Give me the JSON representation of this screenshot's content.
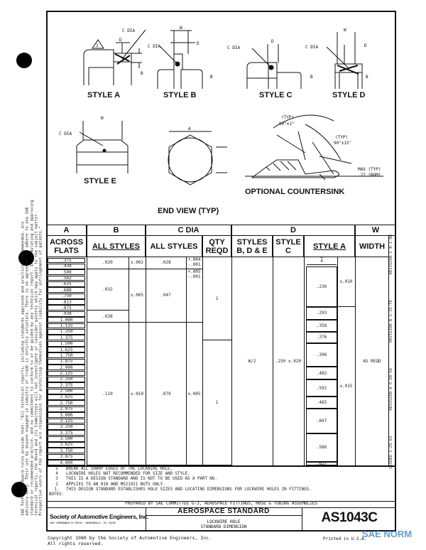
{
  "disclaimer": [
    "SAE Technical Board rules provide that: \"All technical reports, including standards approved and practices recommended, are",
    "advisory only. Their use by anyone engaged in industry or trade is entirely voluntary. There is no agreement to adhere to any SAE",
    "standard or recommended practice, and no commitment to conform to or be guided by any technical report. In formulating and approving",
    "technical reports, the Board and its Committees will not investigate or consider patents which may apply to the subject matter.",
    "Prospective users of the report are responsible for protecting themselves against liability for infringement of patents.\""
  ],
  "revisions": [
    "ISSUED 1-29-63",
    "REVISION A 5-20-56",
    "REVISION B 1-15-79",
    "REVISION C 8-1-80"
  ],
  "drawings": {
    "style_a": "STYLE A",
    "style_b": "STYLE B",
    "style_c": "STYLE C",
    "style_d": "STYLE D",
    "style_e": "STYLE E",
    "end_view": "END VIEW (TYP)",
    "countersink": "OPTIONAL COUNTERSINK",
    "c_dia": "C DIA",
    "d": "D",
    "w": "W",
    "b": "B",
    "a": "A",
    "note_flag": "2",
    "typ": "(TYP)",
    "angle1": "90°±1°",
    "angle2": "90°±15°",
    "max_typ": "MAX (TYP)",
    "nom": ".22 (NOM)"
  },
  "table": {
    "headers": {
      "a": "A",
      "b": "B",
      "c": "C DIA",
      "d": "D",
      "w": "W",
      "across_flats": "ACROSS FLATS",
      "b_all_styles": "ALL STYLES",
      "c_all_styles": "ALL STYLES",
      "qty": "QTY REQD",
      "styles_bde": "STYLES B, D & E",
      "style_c": "STYLE C",
      "style_a": "STYLE A",
      "width": "WIDTH"
    },
    "across_flats": [
      ".375",
      ".438",
      ".500",
      ".562",
      ".625",
      ".688",
      ".750",
      ".813",
      ".875",
      ".938",
      "1.000",
      "1.125",
      "1.250",
      "1.375",
      "1.500",
      "1.625",
      "1.750",
      "1.875",
      "2.000",
      "2.125",
      "2.250",
      "2.375",
      "2.500",
      "2.625",
      "2.750",
      "2.875",
      "3.000",
      "3.125",
      "3.250",
      "3.375",
      "3.500",
      "3.625",
      "3.750",
      "3.875",
      "4.000"
    ],
    "b_values": [
      {
        "from": ".375",
        "to": ".438",
        "value": ".020"
      },
      {
        "from": ".500",
        "to": ".875",
        "value": ".032"
      },
      {
        "from": ".938",
        "to": "1.000",
        "value": ".038"
      },
      {
        "from": "1.125",
        "to": "4.000",
        "value": ".110"
      }
    ],
    "b_tolerances": [
      {
        "from": ".375",
        "to": ".438",
        "value": "±.002"
      },
      {
        "from": ".500",
        "to": "1.000",
        "value": "±.005"
      },
      {
        "from": "1.125",
        "to": "4.000",
        "value": "±.010"
      }
    ],
    "c_values": [
      {
        "from": ".375",
        "to": ".438",
        "value": ".028",
        "tol": "+.004 -.001"
      },
      {
        "from": ".500",
        "to": "1.000",
        "value": ".047",
        "tol": "+.005 -.001"
      },
      {
        "from": "1.125",
        "to": "4.000",
        "value": ".070",
        "tol": "±.005"
      }
    ],
    "qty": [
      {
        "from": ".375",
        "to": "1.375",
        "value": "2"
      },
      {
        "from": "1.500",
        "to": "4.000",
        "value": "1"
      }
    ],
    "d_styles_bde": "W/2",
    "d_style_c": ".250 ±.020",
    "d_style_a_flag": "4",
    "d_style_a": [
      ".236",
      ".293",
      ".358",
      ".376",
      ".396",
      ".482",
      ".592",
      ".465",
      ".607",
      ".586",
      ".627"
    ],
    "d_style_a_tol": [
      "±.010",
      "±.015"
    ],
    "width": "AS REQD"
  },
  "notes": {
    "items": [
      {
        "num": "5",
        "text": "BREAK ALL SHARP EDGES OF THE LOCKWIRE HOLE."
      },
      {
        "num": "4",
        "text": "LOCKWIRE HOLES NOT RECOMMENDED FOR SIZE AND STYLE."
      },
      {
        "num": "3",
        "text": "THIS IS A DESIGN STANDARD AND IS NOT TO BE USED AS A PART NO."
      },
      {
        "num": "2",
        "text": "APPLIES TO AN 818 AND MS21921 NUTS ONLY."
      },
      {
        "num": "1.",
        "text": "THIS DESIGN STANDARD ESTABLISHES HOLE SIZES AND LOCATING DIMENSIONS FOR LOCKWIRE HOLES IN FITTINGS."
      }
    ],
    "label": "NOTES:"
  },
  "prepared_by": "PREPARED BY SAE COMMITTEE G-3, AEROSPACE FITTINGS, HOSE & TUBING ASSEMBLIES",
  "title_block": {
    "org": "Society of Automotive Engineers, Inc.",
    "org_address": "400 COMMONWEALTH DRIVE, WARRENDALE, PA 15096",
    "category": "AEROSPACE STANDARD",
    "title_line1": "LOCKWIRE HOLE",
    "title_line2": "STANDARD DIMENSION",
    "doc_number": "AS1043C"
  },
  "footer": {
    "copyright": "Copyright 1980 by the Society of Automotive Engineers, Inc.",
    "rights": "All rights reserved.",
    "printed": "Printed in U.S.A.",
    "watermark": "SAE NORM"
  },
  "colors": {
    "ink": "#111111",
    "watermark": "#2a7fc4"
  }
}
